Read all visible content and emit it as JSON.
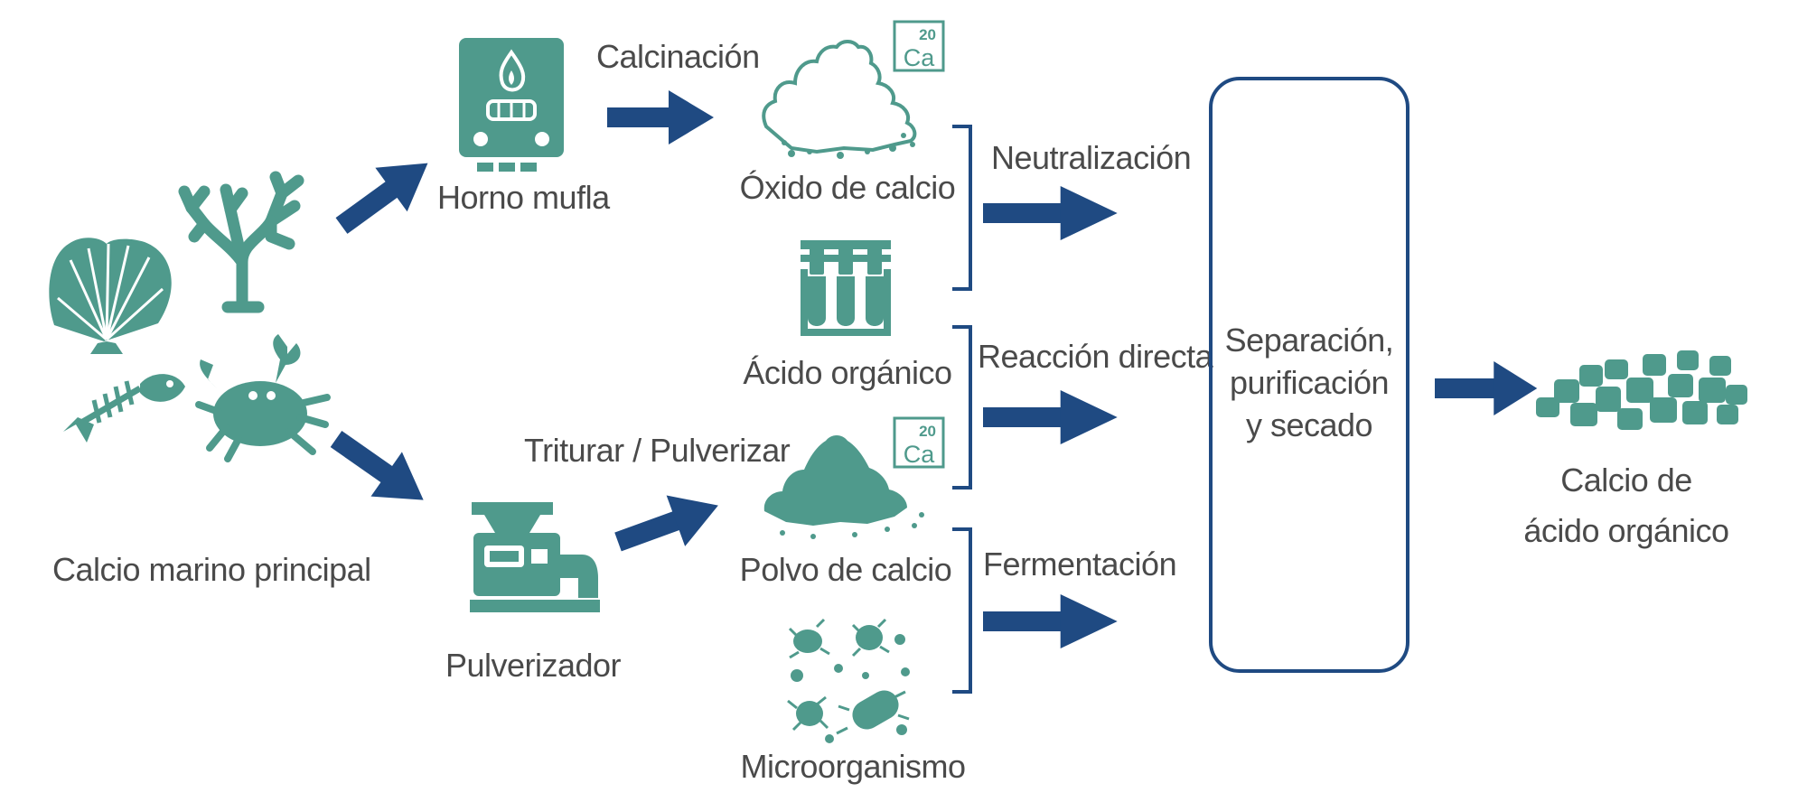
{
  "colors": {
    "icon": "#4f9a8c",
    "arrow": "#1f4a82",
    "text": "#4a4a4a"
  },
  "sources": {
    "label": "Calcio marino principal",
    "icons": [
      "shell-icon",
      "coral-icon",
      "fish-bone-icon",
      "crab-icon"
    ]
  },
  "devices": {
    "furnace": {
      "label": "Horno mufla",
      "icon": "furnace-icon"
    },
    "pulverizer": {
      "label": "Pulverizador",
      "icon": "pulverizer-icon"
    }
  },
  "processes": {
    "calcination": "Calcinación",
    "crushing": "Triturar / Pulverizar",
    "neutralization": "Neutralización",
    "direct_reaction": "Reacción directa",
    "fermentation": "Fermentación"
  },
  "materials": {
    "calcium_oxide": {
      "label": "Óxido de calcio",
      "badge_number": "20",
      "badge_symbol": "Ca"
    },
    "organic_acid": {
      "label": "Ácido orgánico"
    },
    "calcium_powder": {
      "label": "Polvo de calcio",
      "badge_number": "20",
      "badge_symbol": "Ca"
    },
    "microorganism": {
      "label": "Microorganismo"
    }
  },
  "separation": {
    "lines": [
      "Separación,",
      "purificación",
      "y secado"
    ]
  },
  "product": {
    "lines": [
      "Calcio de",
      "ácido orgánico"
    ]
  }
}
